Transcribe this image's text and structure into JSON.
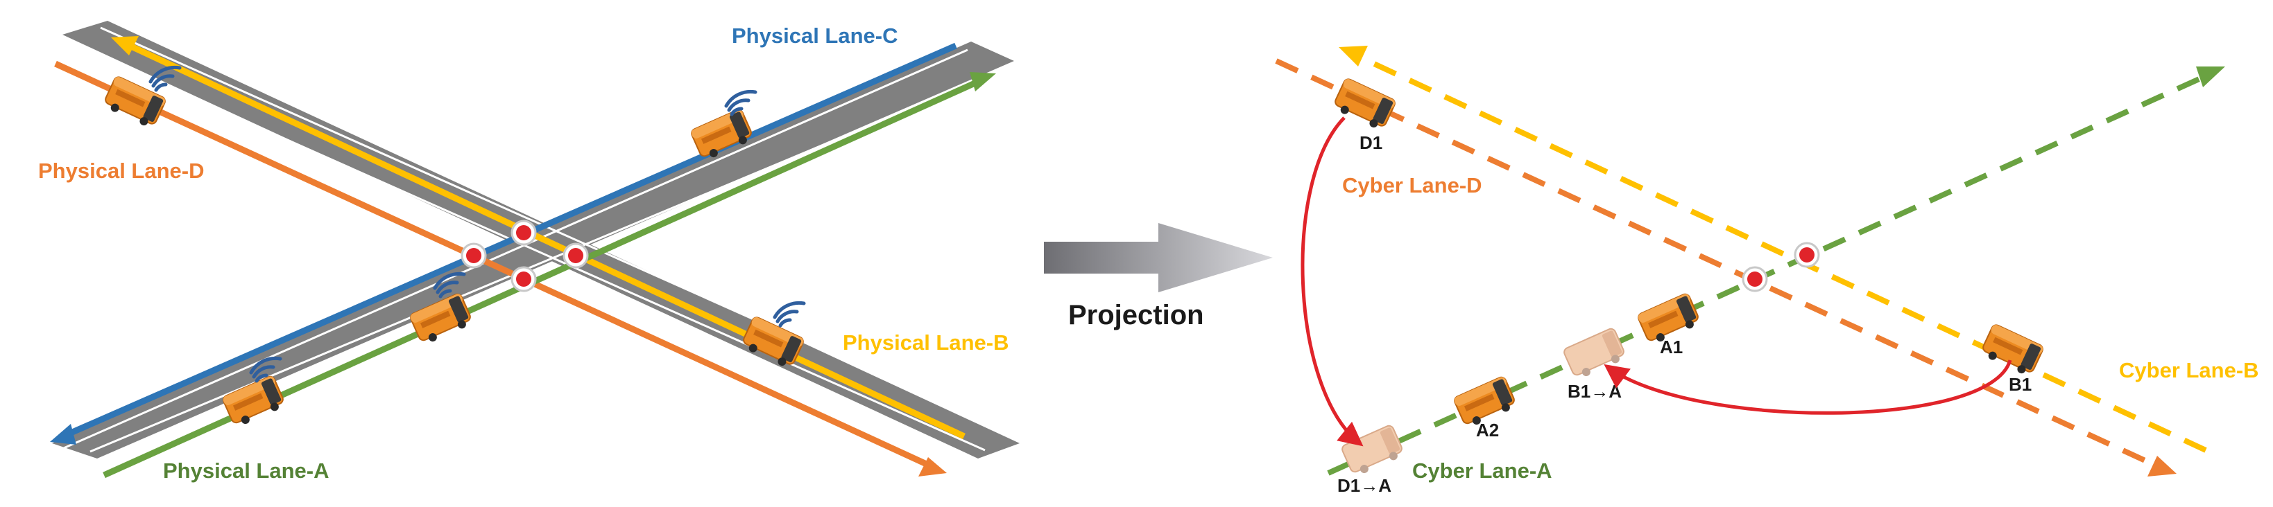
{
  "colors": {
    "lane_a": "#6aa241",
    "lane_b": "#ffc000",
    "lane_c": "#2e75b6",
    "lane_d": "#ed7d31",
    "road": "#7f7f7f",
    "conflict_point": "#e0242a",
    "transfer_arrow": "#e0242a",
    "vehicle_body": "#ed8b21",
    "virtual_vehicle_body": "#f2cdb0",
    "label_dark": "#1a1a1a"
  },
  "physical": {
    "lane_a_label": "Physical Lane-A",
    "lane_b_label": "Physical Lane-B",
    "lane_c_label": "Physical Lane-C",
    "lane_d_label": "Physical Lane-D",
    "conflict_points": 4,
    "vehicles": [
      {
        "lane": "C",
        "direction": "C"
      },
      {
        "lane": "D",
        "direction": "D"
      },
      {
        "lane": "A",
        "direction": "A"
      },
      {
        "lane": "A",
        "direction": "A"
      },
      {
        "lane": "B",
        "direction": "B"
      }
    ]
  },
  "projection": {
    "label": "Projection",
    "icon": "right-arrow-icon"
  },
  "cyber": {
    "lane_a_label": "Cyber Lane-A",
    "lane_b_label": "Cyber Lane-B",
    "lane_d_label": "Cyber Lane-D",
    "conflict_points": 2,
    "vehicles": {
      "d1": "D1",
      "a1": "A1",
      "a2": "A2",
      "b1": "B1",
      "b1_to_a": "B1→A",
      "d1_to_a": "D1→A"
    }
  }
}
